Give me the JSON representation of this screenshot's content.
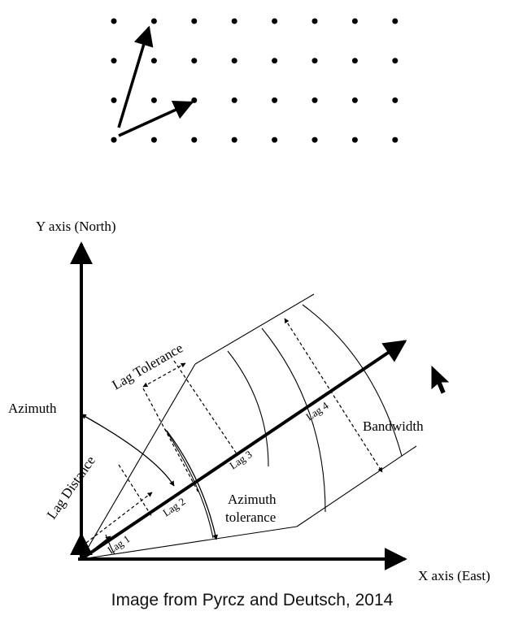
{
  "axes": {
    "y_label": "Y axis (North)",
    "x_label": "X axis (East)"
  },
  "labels": {
    "azimuth": "Azimuth",
    "lag_tolerance": "Lag Tolerance",
    "lag_distance": "Lag Distance",
    "bandwidth": "Bandwidth",
    "azimuth_tolerance_line1": "Azimuth",
    "azimuth_tolerance_line2": "tolerance",
    "lag1": "Lag 1",
    "lag2": "Lag 2",
    "lag3": "Lag 3",
    "lag4": "Lag 4"
  },
  "caption": "Image from Pyrcz and Deutsch, 2014",
  "grid": {
    "rows": 4,
    "cols": 8
  },
  "colors": {
    "ink": "#000000",
    "background": "#ffffff"
  }
}
